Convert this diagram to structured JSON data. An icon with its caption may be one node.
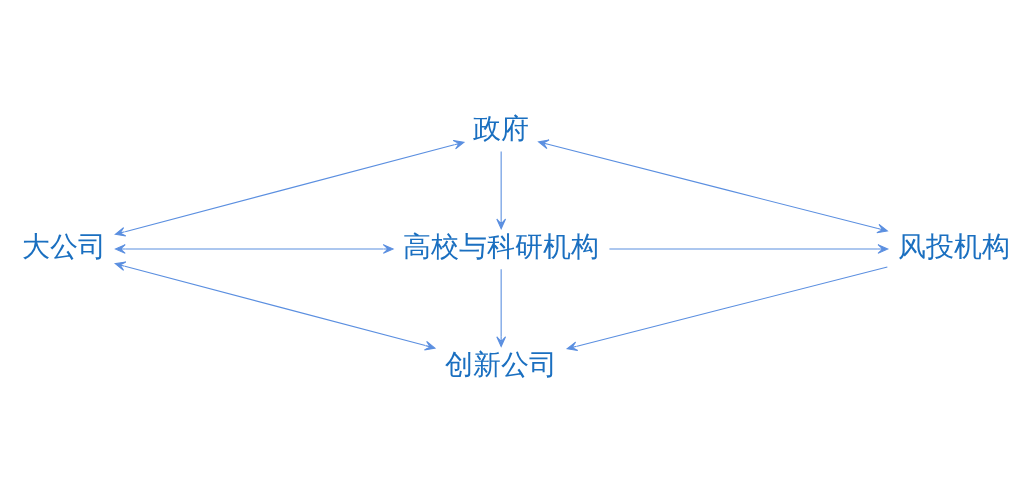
{
  "diagram": {
    "nodes": [
      {
        "text": [
          "政府"
        ]
      },
      {
        "text": [
          "大公司"
        ]
      },
      {
        "text": [
          "高校与科研机构"
        ]
      },
      {
        "text": [
          "风投机构"
        ]
      },
      {
        "text": [
          "创新公司"
        ]
      }
    ],
    "edges": [
      {
        "from": 0,
        "to": 1,
        "arrow": "both"
      },
      {
        "from": 0,
        "to": 2,
        "arrow": "to"
      },
      {
        "from": 0,
        "to": 3,
        "arrow": "both"
      },
      {
        "from": 1,
        "to": 2,
        "arrow": "both"
      },
      {
        "from": 2,
        "to": 3,
        "arrow": "to"
      },
      {
        "from": 1,
        "to": 4,
        "arrow": "both"
      },
      {
        "from": 2,
        "to": 4,
        "arrow": "to"
      },
      {
        "from": 3,
        "to": 4,
        "arrow": "to"
      }
    ]
  }
}
